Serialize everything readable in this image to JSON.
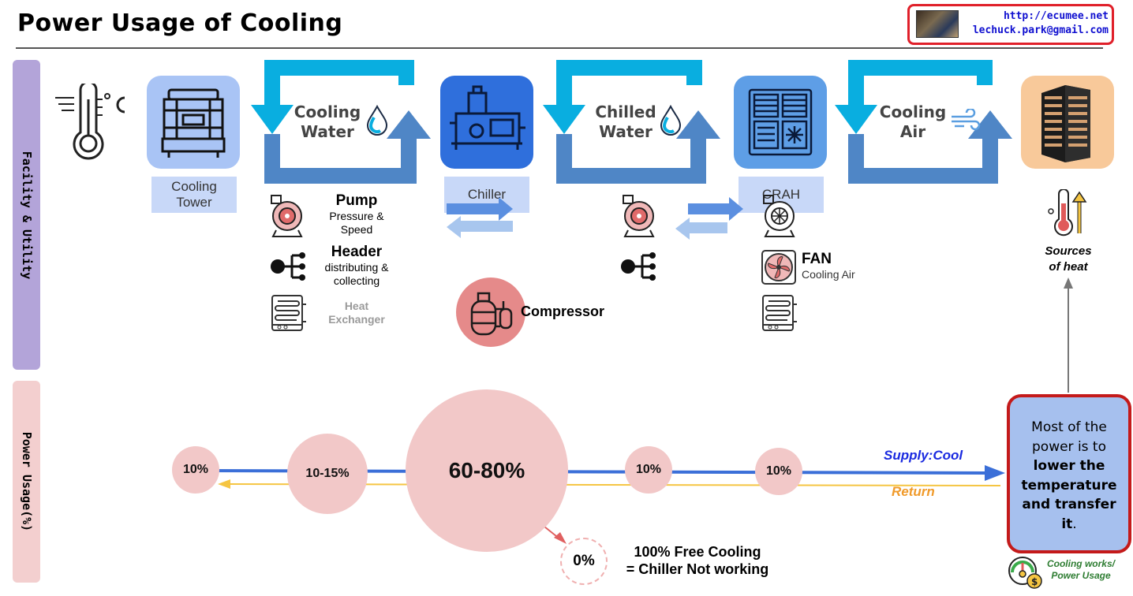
{
  "title": "Power Usage of Cooling",
  "contact": {
    "url": "http://ecumee.net",
    "email": "lechuck.park@gmail.com"
  },
  "sections": {
    "facility": "Facility & Utility",
    "power": "Power Usage(%)"
  },
  "flows": {
    "cooling_water": [
      "Cooling",
      "Water"
    ],
    "chilled_water": [
      "Chilled",
      "Water"
    ],
    "cooling_air": [
      "Cooling",
      "Air"
    ]
  },
  "components": {
    "cooling_tower": [
      "Cooling",
      "Tower"
    ],
    "chiller": "Chiller",
    "crah": "CRAH"
  },
  "details": {
    "pump": {
      "title": "Pump",
      "desc": [
        "Pressure &",
        "Speed"
      ]
    },
    "header": {
      "title": "Header",
      "desc": [
        "distributing &",
        "collecting"
      ]
    },
    "heat_exchanger": [
      "Heat",
      "Exchanger"
    ],
    "compressor": "Compressor",
    "fan": {
      "title": "FAN",
      "desc": "Cooling Air"
    },
    "sources_of_heat": [
      "Sources",
      "of heat"
    ]
  },
  "power_usage": {
    "values": [
      "10%",
      "10-15%",
      "60-80%",
      "10%",
      "10%"
    ],
    "free_cooling_value": "0%",
    "free_cooling_text": [
      "100% Free Cooling",
      "= Chiller Not working"
    ],
    "supply_label": "Supply:Cool",
    "return_label": "Return"
  },
  "summary": {
    "plain1": "Most of the",
    "plain2": "power is to",
    "bold1": "lower the",
    "bold2": "temperature",
    "bold3": "and transfer",
    "bold4": "it",
    "end": "."
  },
  "footer_note": [
    "Cooling works/",
    "Power Usage"
  ],
  "colors": {
    "arrow_cyan": "#09aee0",
    "arrow_blue": "#4f86c6",
    "tile_light_blue": "#a9c4f5",
    "tile_dark_blue": "#2f6fdc",
    "tile_mid_blue": "#5e9ee6",
    "tile_orange": "#f8c99a",
    "label_bg": "#c8d8f8",
    "purple_band": "#b3a4d9",
    "pink_band": "#f3cfcf",
    "circle_pink": "#f2c8c8",
    "supply_line": "#3b6fd8",
    "return_line": "#f5c542",
    "summary_border": "#c41a1a",
    "summary_bg": "#a6c0ee"
  }
}
